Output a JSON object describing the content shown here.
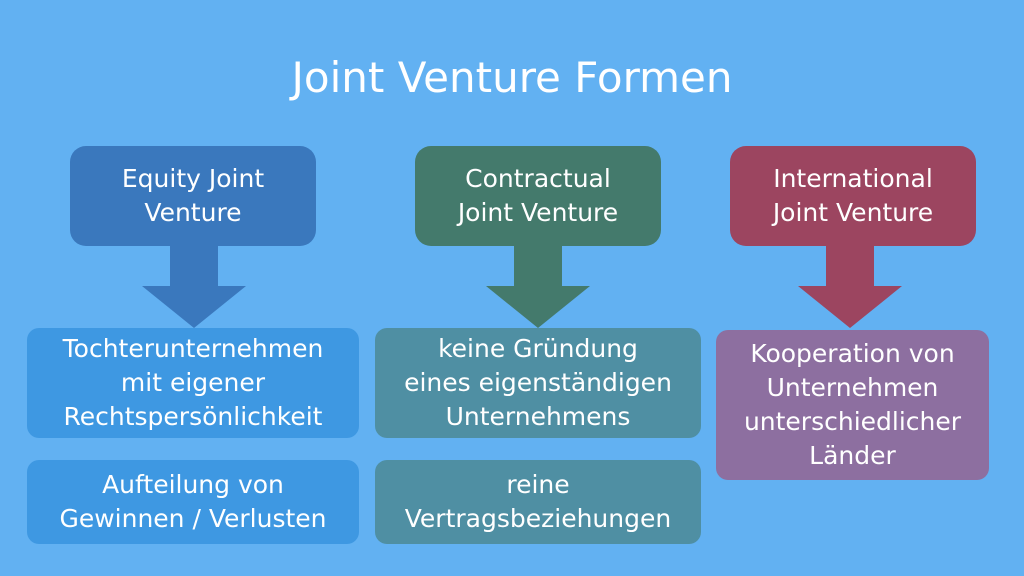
{
  "title": "Joint Venture Formen",
  "columns": [
    {
      "heading": "Equity Joint\nVenture",
      "color": "#3a78bd",
      "cards": [
        "Tochterunternehmen\nmit eigener\nRechtspersönlichkeit",
        "Aufteilung von\nGewinnen / Verlusten"
      ],
      "card_color": "#3e98e2"
    },
    {
      "heading": "Contractual\nJoint Venture",
      "color": "#447a6c",
      "cards": [
        "keine Gründung\neines eigenständigen\nUnternehmens",
        "reine\nVertragsbeziehungen"
      ],
      "card_color": "#4f8fa3"
    },
    {
      "heading": "International\nJoint Venture",
      "color": "#9c4560",
      "cards": [
        "Kooperation von\nUnternehmen\nunterschiedlicher\nLänder"
      ],
      "card_color": "#8d6fa0"
    }
  ]
}
